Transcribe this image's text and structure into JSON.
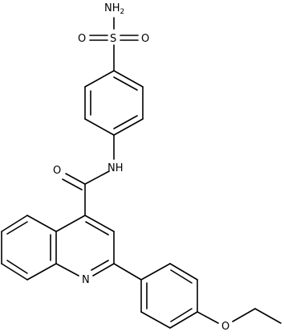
{
  "molecule": {
    "atom_labels": {
      "amine": "NH",
      "amine_sub": "2",
      "sulfur": "S",
      "sulfonyl_o_left": "O",
      "sulfonyl_o_right": "O",
      "carbonyl_o": "O",
      "amide_nh": "NH",
      "quinoline_n": "N",
      "ether_o": "O"
    }
  }
}
